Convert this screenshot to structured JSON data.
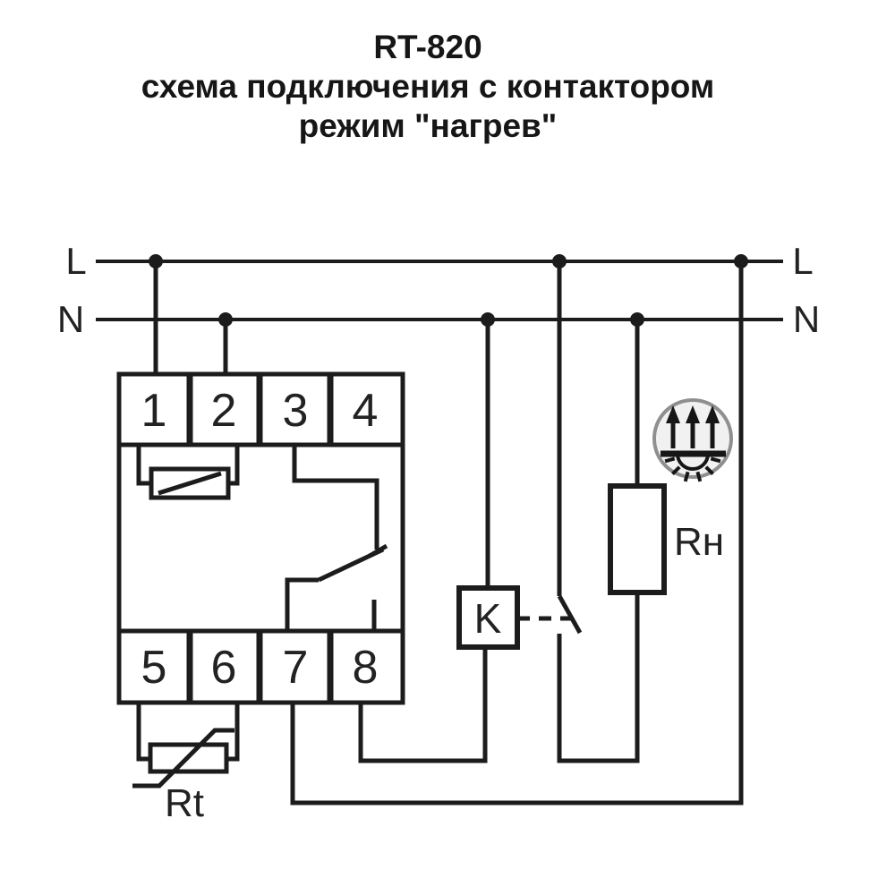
{
  "title": {
    "line1": "RT-820",
    "line2": "схема подключения с контактором",
    "line3": "режим \"нагрев\""
  },
  "rails": {
    "l_label_left": "L",
    "n_label_left": "N",
    "l_label_right": "L",
    "n_label_right": "N"
  },
  "device": {
    "terminals_top": [
      "1",
      "2",
      "3",
      "4"
    ],
    "terminals_bottom": [
      "5",
      "6",
      "7",
      "8"
    ]
  },
  "components": {
    "contactor_coil_label": "K",
    "heater_load_label": "Rн",
    "temperature_sensor_label": "Rt"
  },
  "icons": {
    "heating_icon": "heating-element-with-three-up-arrows"
  },
  "colors": {
    "background": "#ffffff",
    "wire": "#1c1c1c",
    "text": "#1a1a1a",
    "heating_icon_ring": "#8f8f8f",
    "heating_icon_fill": "#f1f1f1"
  }
}
